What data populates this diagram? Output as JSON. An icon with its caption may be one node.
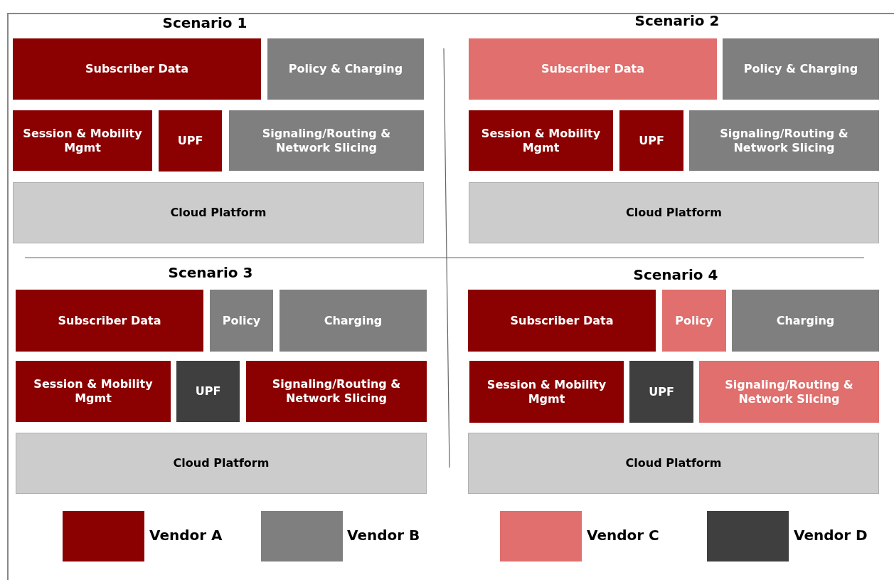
{
  "diagram": {
    "nodes": [
      {
        "text": [
          "Subscriber Data"
        ]
      },
      {
        "text": [
          "Policy & Charging"
        ]
      },
      {
        "text": [
          "Session & Mobility Mgmt"
        ]
      },
      {
        "text": [
          "UPF"
        ]
      },
      {
        "text": [
          "Signaling/Routing & Network Slicing"
        ]
      },
      {
        "text": [
          "Cloud Platform"
        ]
      },
      {
        "text": [
          "Subscriber Data"
        ]
      },
      {
        "text": [
          "Policy & Charging"
        ]
      },
      {
        "text": [
          "Session & Mobility Mgmt"
        ]
      },
      {
        "text": [
          "UPF"
        ]
      },
      {
        "text": [
          "Signaling/Routing & Network Slicing"
        ]
      },
      {
        "text": [
          "Cloud Platform"
        ]
      },
      {
        "text": [
          "Subscriber Data"
        ]
      },
      {
        "text": [
          "Policy"
        ]
      },
      {
        "text": [
          "Charging"
        ]
      },
      {
        "text": [
          "Session & Mobility Mgmt"
        ]
      },
      {
        "text": [
          "UPF"
        ]
      },
      {
        "text": [
          "Signaling/Routing & Network Slicing"
        ]
      },
      {
        "text": [
          "Cloud Platform"
        ]
      },
      {
        "text": [
          "Subscriber Data"
        ]
      },
      {
        "text": [
          "Policy"
        ]
      },
      {
        "text": [
          "Charging"
        ]
      },
      {
        "text": [
          "Session & Mobility Mgmt"
        ]
      },
      {
        "text": [
          "UPF"
        ]
      },
      {
        "text": [
          "Signaling/Routing & Network Slicing"
        ]
      },
      {
        "text": [
          "Cloud Platform"
        ]
      }
    ],
    "edges": [],
    "labels": [
      "Scenario 1",
      "Scenario 2",
      "Scenario 3",
      "Scenario 4"
    ],
    "legend": [
      {
        "text": "Vendor A",
        "color": "#8b0000"
      },
      {
        "text": "Vendor B",
        "color": "#7f7f7f"
      },
      {
        "text": "Vendor C",
        "color": "#e06f6d"
      },
      {
        "text": "Vendor D",
        "color": "#3f3f3f"
      }
    ]
  }
}
